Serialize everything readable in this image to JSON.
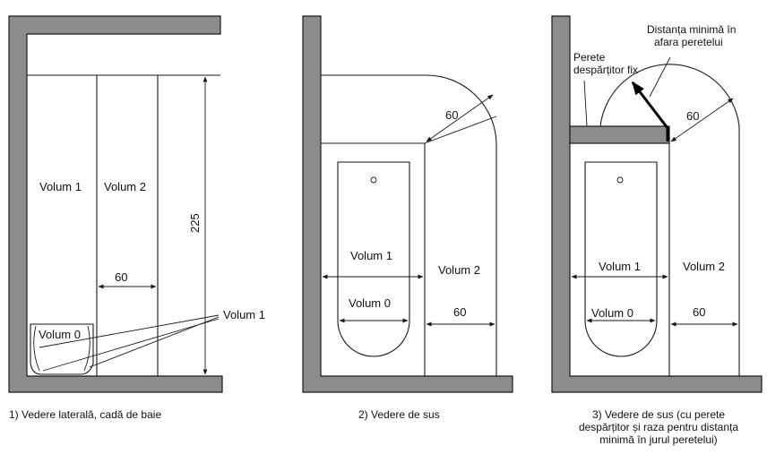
{
  "diagram_1": {
    "volum_1": "Volum 1",
    "volum_2": "Volum 2",
    "volum_0": "Volum 0",
    "dim_height": "225",
    "dim_width": "60",
    "callout_volum_1": "Volum 1",
    "caption": "1) Vedere laterală, cadă de baie"
  },
  "diagram_2": {
    "volum_1": "Volum 1",
    "volum_0": "Volum 0",
    "volum_2": "Volum 2",
    "dim_radius": "60",
    "dim_width": "60",
    "caption": "2) Vedere de sus"
  },
  "diagram_3": {
    "annotation_distance": [
      "Distanța minimă în",
      "afara peretelui"
    ],
    "annotation_wall": [
      "Perete",
      "despărțitor fix"
    ],
    "dim_radius": "60",
    "volum_1": "Volum 1",
    "volum_2": "Volum 2",
    "volum_0": "Volum 0",
    "dim_width": "60",
    "caption": [
      "3) Vedere de sus (cu perete",
      "despărțitor și raza pentru distanța",
      "minimă în jurul peretelui)"
    ]
  },
  "colors": {
    "wall_fill": "#8c8c8c",
    "line": "#1a1a1a"
  }
}
